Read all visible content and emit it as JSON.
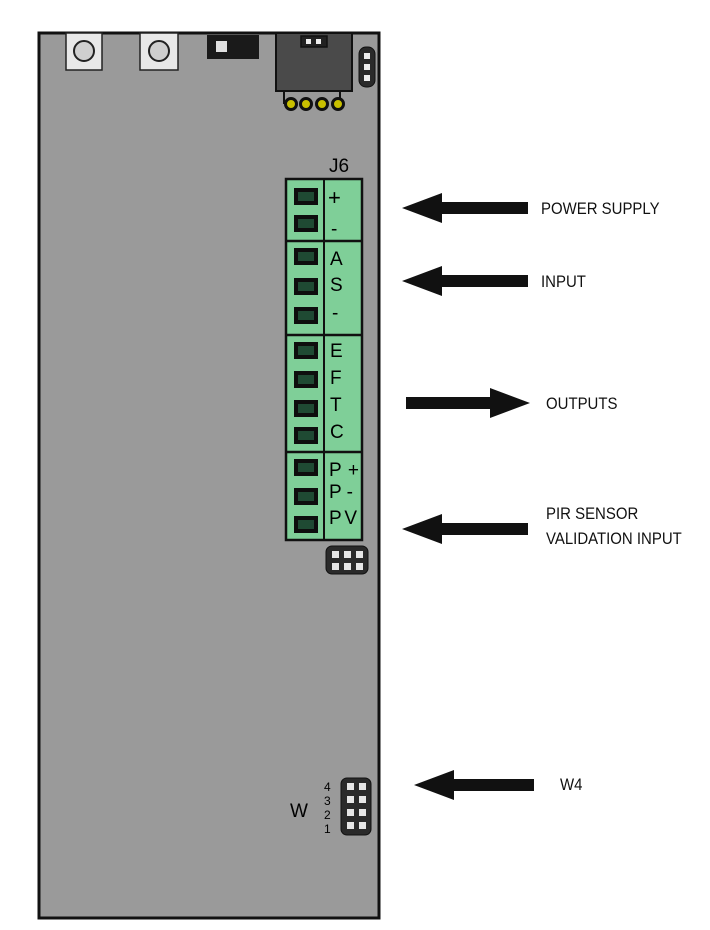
{
  "board": {
    "connector_label": "J6",
    "terminal_groups": [
      {
        "name": "power",
        "letters": [
          "+",
          "-"
        ]
      },
      {
        "name": "input",
        "letters": [
          "A",
          "S",
          "-"
        ]
      },
      {
        "name": "outputs",
        "letters": [
          "E",
          "F",
          "T",
          "C"
        ]
      },
      {
        "name": "pir",
        "letters": [
          "P+",
          "P-",
          "PV"
        ]
      }
    ],
    "jumper_label": "W",
    "jumper_positions": [
      "4",
      "3",
      "2",
      "1"
    ]
  },
  "callouts": {
    "power_supply": "POWER SUPPLY",
    "input": "INPUT",
    "outputs": "OUTPUTS",
    "pir_line1": "PIR SENSOR",
    "pir_line2": "VALIDATION INPUT",
    "w4": "W4"
  },
  "colors": {
    "board": "#9a9a9a",
    "terminal_block": "#7fcf98",
    "terminal_socket": "#1f4a33",
    "outline": "#111111"
  }
}
